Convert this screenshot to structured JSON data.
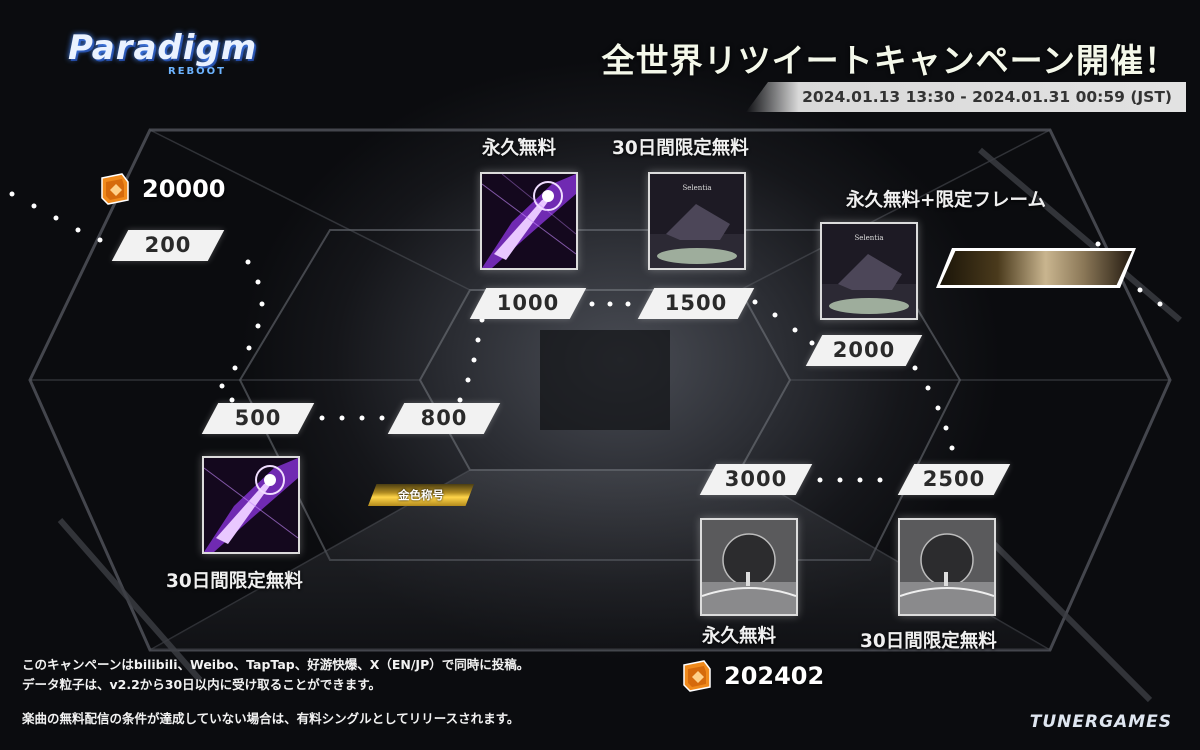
{
  "logo": {
    "main": "Paradigm",
    "sub": "REBOOT"
  },
  "header": {
    "title": "全世界リツイートキャンペーン開催！",
    "date_range": "2024.01.13 13:30 - 2024.01.31 00:59 (JST)"
  },
  "milestones": {
    "coin_top": "20000",
    "m200": "200",
    "m500": "500",
    "m800": "800",
    "m1000": "1000",
    "m1500": "1500",
    "m2000": "2000",
    "m2500": "2500",
    "m3000": "3000",
    "coin_bottom": "202402"
  },
  "labels": {
    "permanent_free_1000": "永久無料",
    "limited_free_1500": "30日間限定無料",
    "permanent_free_frame": "永久無料+限定フレーム",
    "limited_free_500": "30日間限定無料",
    "gold_title": "金色称号",
    "permanent_free_3000": "永久無料",
    "limited_free_2500": "30日間限定無料"
  },
  "album_text": "Selentia",
  "notes": {
    "line1": "このキャンペーンはbilibili、Weibo、TapTap、好游快爆、X（EN/JP）で同時に投稿。",
    "line2": "データ粒子は、v2.2から30日以内に受け取ることができます。",
    "line3": "楽曲の無料配信の条件が達成していない場合は、有料シングルとしてリリースされます。"
  },
  "footer": {
    "brand": "TUNERGAMES"
  },
  "colors": {
    "accent_gold": "#ffd54a",
    "accent_purple": "#b04dff",
    "coin_orange": "#f08a1c"
  }
}
